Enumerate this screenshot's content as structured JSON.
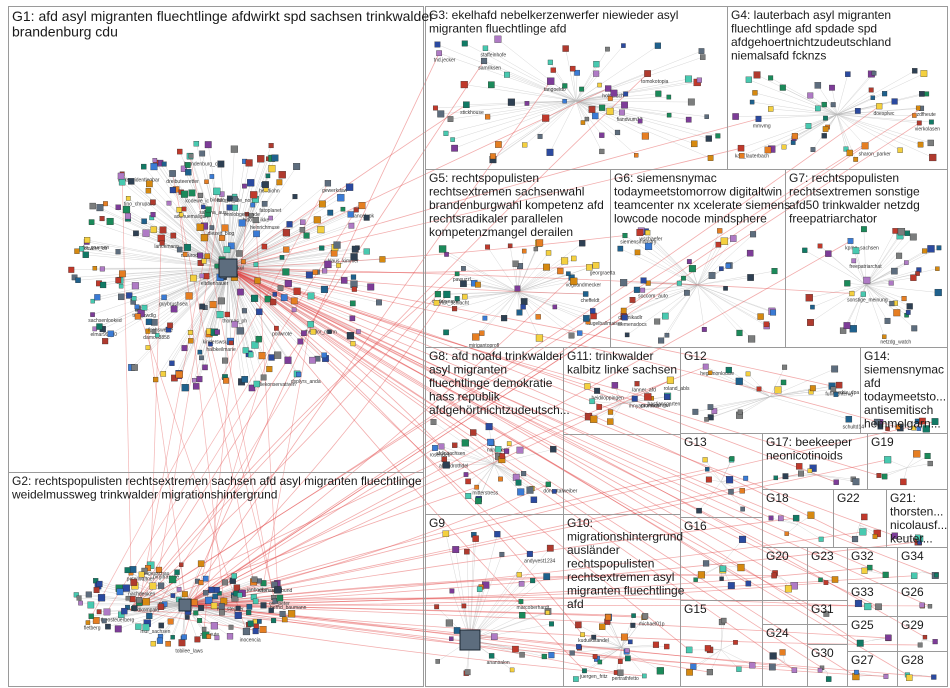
{
  "groups": [
    {
      "id": "g1",
      "lines": [
        "G1: afd asyl migranten fluechtlinge afdwirkt spd sachsen trinkwalder",
        "brandenburg cdu"
      ]
    },
    {
      "id": "g2",
      "lines": [
        "G2: rechtspopulisten rechtsextremen sachsen afd asyl migranten fluechtlinge",
        "weidelmussweg trinkwalder migrationshintergrund"
      ]
    },
    {
      "id": "g3",
      "lines": [
        "G3: ekelhafd nebelkerzenwerfer niewieder asyl",
        "migranten fluechtlinge afd"
      ]
    },
    {
      "id": "g4",
      "lines": [
        "G4: lauterbach asyl migranten",
        "fluechtlinge afd spdade spd",
        "afdgehoertnichtzudeutschland",
        "niemalsafd fcknzs"
      ]
    },
    {
      "id": "g5",
      "lines": [
        "G5: rechtspopulisten",
        "rechtsextremen sachsenwahl",
        "brandenburgwahl kompetenz afd",
        "rechtsradikaler parallelen",
        "kompetenzmangel derailen"
      ]
    },
    {
      "id": "g6",
      "lines": [
        "G6: siemensnymac",
        "todaymeetstomorrow digitaltwin",
        "teamcenter nx xcelerate siemens",
        "lowcode nocode mindsphere"
      ]
    },
    {
      "id": "g7",
      "lines": [
        "G7: rechtspopulisten",
        "rechtsextremen sonstige",
        "afd50 trinkwalder netzdg",
        "freepatriarchator"
      ]
    },
    {
      "id": "g8",
      "lines": [
        "G8: afd noafd trinkwalder",
        "asyl migranten",
        "fluechtlinge demokratie",
        "hass republik",
        "afdgehörtnichtzudeutsch..."
      ]
    },
    {
      "id": "g11",
      "lines": [
        "G11: trinkwalder",
        "kalbitz linke sachsen"
      ]
    },
    {
      "id": "g12",
      "lines": [
        "G12"
      ]
    },
    {
      "id": "g14",
      "lines": [
        "G14:",
        "siemensnymac",
        "afd",
        "todaymeetsto...",
        "antisemitisch",
        "hemmelgarn..."
      ]
    },
    {
      "id": "g13",
      "lines": [
        "G13"
      ]
    },
    {
      "id": "g17",
      "lines": [
        "G17: beekeeper",
        "neonicotinoids"
      ]
    },
    {
      "id": "g19",
      "lines": [
        "G19"
      ]
    },
    {
      "id": "g9",
      "lines": [
        "G9"
      ]
    },
    {
      "id": "g10",
      "lines": [
        "G10:",
        "migrationshintergrund",
        "ausländer",
        "rechtspopulisten",
        "rechtsextremen asyl",
        "migranten fluechtlinge",
        "afd"
      ]
    },
    {
      "id": "g18",
      "lines": [
        "G18"
      ]
    },
    {
      "id": "g22",
      "lines": [
        "G22"
      ]
    },
    {
      "id": "g21",
      "lines": [
        "G21:",
        "thorsten...",
        "nicolausf...",
        "keuter..."
      ]
    },
    {
      "id": "g16",
      "lines": [
        "G16"
      ]
    },
    {
      "id": "g20",
      "lines": [
        "G20"
      ]
    },
    {
      "id": "g23",
      "lines": [
        "G23"
      ]
    },
    {
      "id": "g32",
      "lines": [
        "G32"
      ]
    },
    {
      "id": "g34",
      "lines": [
        "G34"
      ]
    },
    {
      "id": "g31",
      "lines": [
        "G31"
      ]
    },
    {
      "id": "g33",
      "lines": [
        "G33"
      ]
    },
    {
      "id": "g26",
      "lines": [
        "G26"
      ]
    },
    {
      "id": "g15",
      "lines": [
        "G15"
      ]
    },
    {
      "id": "g24",
      "lines": [
        "G24"
      ]
    },
    {
      "id": "g25",
      "lines": [
        "G25"
      ]
    },
    {
      "id": "g29",
      "lines": [
        "G29"
      ]
    },
    {
      "id": "g30",
      "lines": [
        "G30"
      ]
    },
    {
      "id": "g27",
      "lines": [
        "G27"
      ]
    },
    {
      "id": "g28",
      "lines": [
        "G28"
      ]
    }
  ],
  "node_labels": {
    "g1": [
      "adohuemaligam",
      "weiterwidentlegbar",
      "dreibuteeretter",
      "dsplyrs_anda",
      "brandenburg_cd",
      "fairstar_afe_nord",
      "bidong_ikke",
      "lancemann",
      "diekonservativen",
      "gewerkdaw",
      "theodor_mann",
      "bioanc_jos",
      "halbkeilmarie",
      "cancel_pk",
      "tobi_swdlg",
      "heinrichmuse",
      "pollwrote",
      "damon8858",
      "klaus_kimmer",
      "ennlobgemunde",
      "sachsenlooked",
      "fatoplanet",
      "vonvorn_ctr",
      "diezeit_blog",
      "maurodoh",
      "kodewe_ic",
      "sabrina_ausj",
      "fuchsweise",
      "elmar99900",
      "eltdienhauer",
      "thomas_ph",
      "hallo_bo_kul",
      "kinderswsup",
      "guybrushsea",
      "hendiohn",
      "die_gruenen",
      "tino_chrupalla"
    ],
    "g2": [
      "ralf_stegner",
      "peterwaltner",
      "janboehm",
      "mdr_sachsen",
      "ovf_peter",
      "birgitrasche",
      "zdfheute",
      "tagesschau",
      "nachdenken",
      "fletberg",
      "altonasr",
      "afdkompakt",
      "bernd_baumann",
      "theosteuerberg",
      "inocencia",
      "afd_bund",
      "tobilee_laws",
      "dieliinke"
    ],
    "g3": [
      "holgersch",
      "tnd.jecker",
      "samriksen",
      "stickhouse",
      "tangoeldo",
      "tomokotopia",
      "fiandvum13",
      "staffeinhofe"
    ],
    "g4": [
      "karl_lauterbach",
      "sharon_parker",
      "zdfheute",
      "mmvmg",
      "vierkolasen",
      "doesplwc"
    ],
    "g5": [
      "georgraetta",
      "rick_schlacht",
      "pawuzzl",
      "cheffeldt",
      "vogtlandmecker",
      "dorferxeaver",
      "mirigantoprofl",
      "kugelballmaiser"
    ],
    "g6": [
      "siemensindustry",
      "siemensdocs",
      "soccom_auto",
      "wschaefer",
      "chemikadlr"
    ],
    "g7": [
      "sonstige_meinung",
      "kpmg_sachsen",
      "freepatriarchat",
      "netzdg_watch"
    ],
    "g8": [
      "afdinsachsen",
      "donautalweiber",
      "mitterstress",
      "nanisserr",
      "rosendeb",
      "abendrothdel"
    ],
    "g11": [
      "bastiansgarten",
      "roland_abls",
      "gruenealrigel",
      "lanner_afd",
      "ihnyamonkka",
      "heidiloppingen"
    ],
    "g12": [
      "fuhrechtenig",
      "hegemonlouise",
      "thedrix_dpa",
      "schultd14"
    ],
    "g9": [
      "andyvest1234",
      "marcoberhardt",
      "anansalon"
    ],
    "g10": [
      "kuduikstandel",
      "michael01p",
      "pertrathfetto",
      "juergen_fritz"
    ]
  },
  "colors": {
    "edge_red": "#e24646",
    "edge_grey": "#b8b8b8",
    "box": "#9a9a9a"
  }
}
